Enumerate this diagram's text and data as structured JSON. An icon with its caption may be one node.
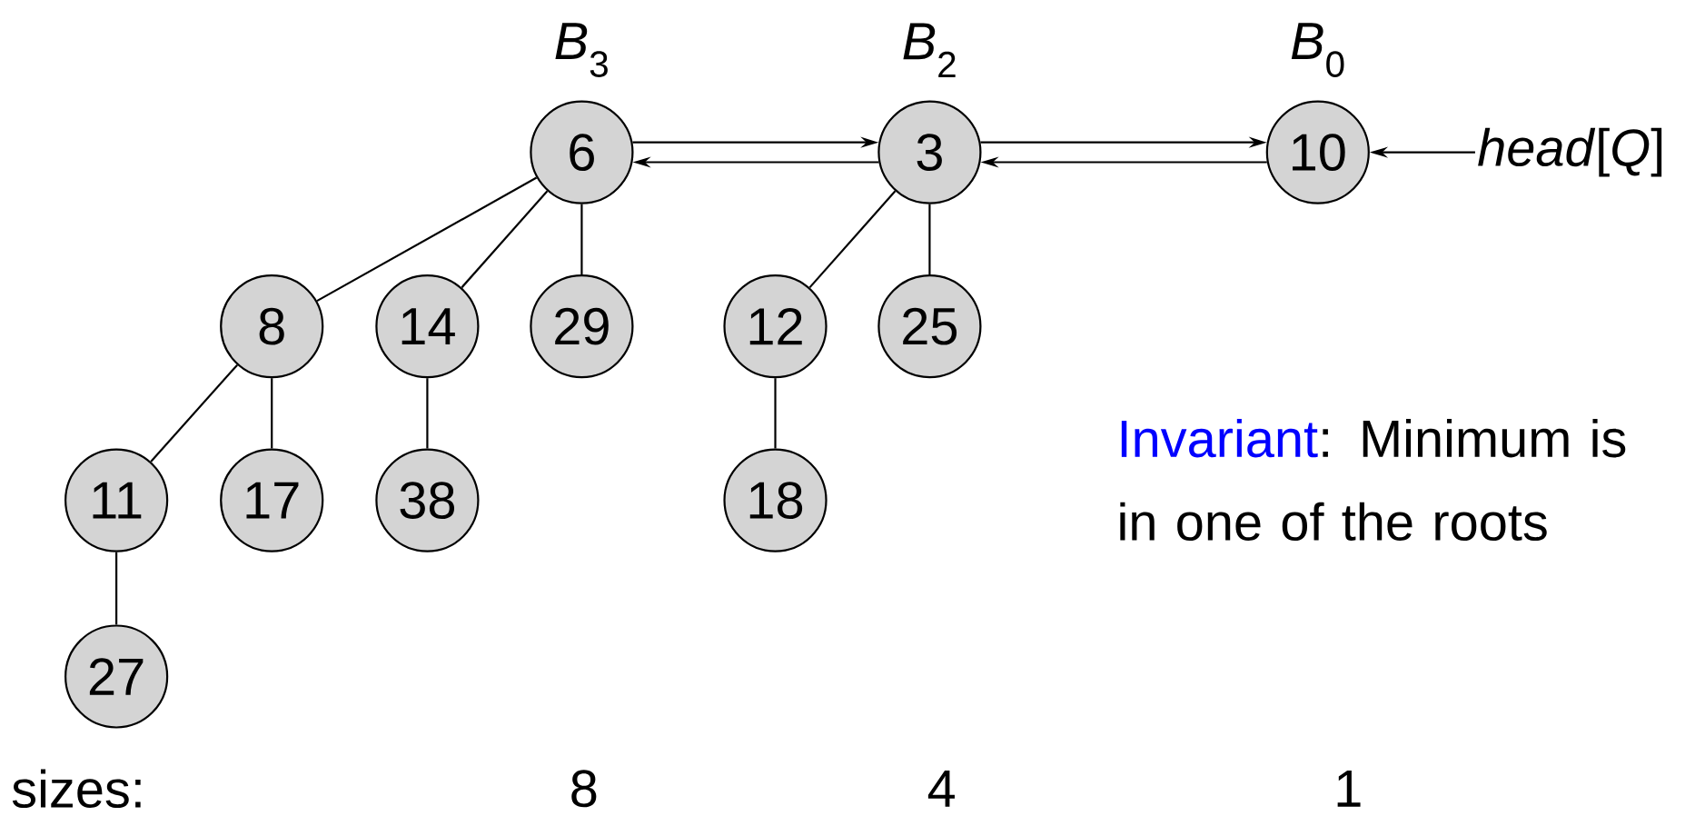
{
  "diagram": {
    "nodes": [
      {
        "text": [
          "6"
        ],
        "beside": [
          "*B*$_{3}$"
        ]
      },
      {
        "text": [
          "3"
        ],
        "beside": [
          "*B*$_{2}$"
        ]
      },
      {
        "text": [
          "10"
        ],
        "beside": [
          "*B*$_{0}$"
        ]
      },
      {
        "text": [
          "8"
        ]
      },
      {
        "text": [
          "14"
        ]
      },
      {
        "text": [
          "29"
        ]
      },
      {
        "text": [
          "12"
        ]
      },
      {
        "text": [
          "25"
        ]
      },
      {
        "text": [
          "11"
        ]
      },
      {
        "text": [
          "17"
        ]
      },
      {
        "text": [
          "38"
        ]
      },
      {
        "text": [
          "18"
        ]
      },
      {
        "text": [
          "27"
        ]
      },
      {
        "text": [
          "*head*[*Q*]"
        ]
      }
    ],
    "edges": [
      {
        "from": 0,
        "to": 1,
        "arrow": "to"
      },
      {
        "from": 1,
        "to": 0,
        "arrow": "to"
      },
      {
        "from": 1,
        "to": 2,
        "arrow": "to"
      },
      {
        "from": 2,
        "to": 1,
        "arrow": "to"
      },
      {
        "from": 13,
        "to": 2,
        "arrow": "to"
      },
      {
        "from": 0,
        "to": 3,
        "arrow": "none"
      },
      {
        "from": 0,
        "to": 4,
        "arrow": "none"
      },
      {
        "from": 0,
        "to": 5,
        "arrow": "none"
      },
      {
        "from": 1,
        "to": 6,
        "arrow": "none"
      },
      {
        "from": 1,
        "to": 7,
        "arrow": "none"
      },
      {
        "from": 3,
        "to": 8,
        "arrow": "none"
      },
      {
        "from": 3,
        "to": 9,
        "arrow": "none"
      },
      {
        "from": 4,
        "to": 10,
        "arrow": "none"
      },
      {
        "from": 6,
        "to": 11,
        "arrow": "none"
      },
      {
        "from": 8,
        "to": 12,
        "arrow": "none"
      }
    ],
    "labels": [
      "Invariant",
      ": Minimum is in one of the roots",
      "sizes:",
      "8",
      "4",
      "1"
    ]
  }
}
